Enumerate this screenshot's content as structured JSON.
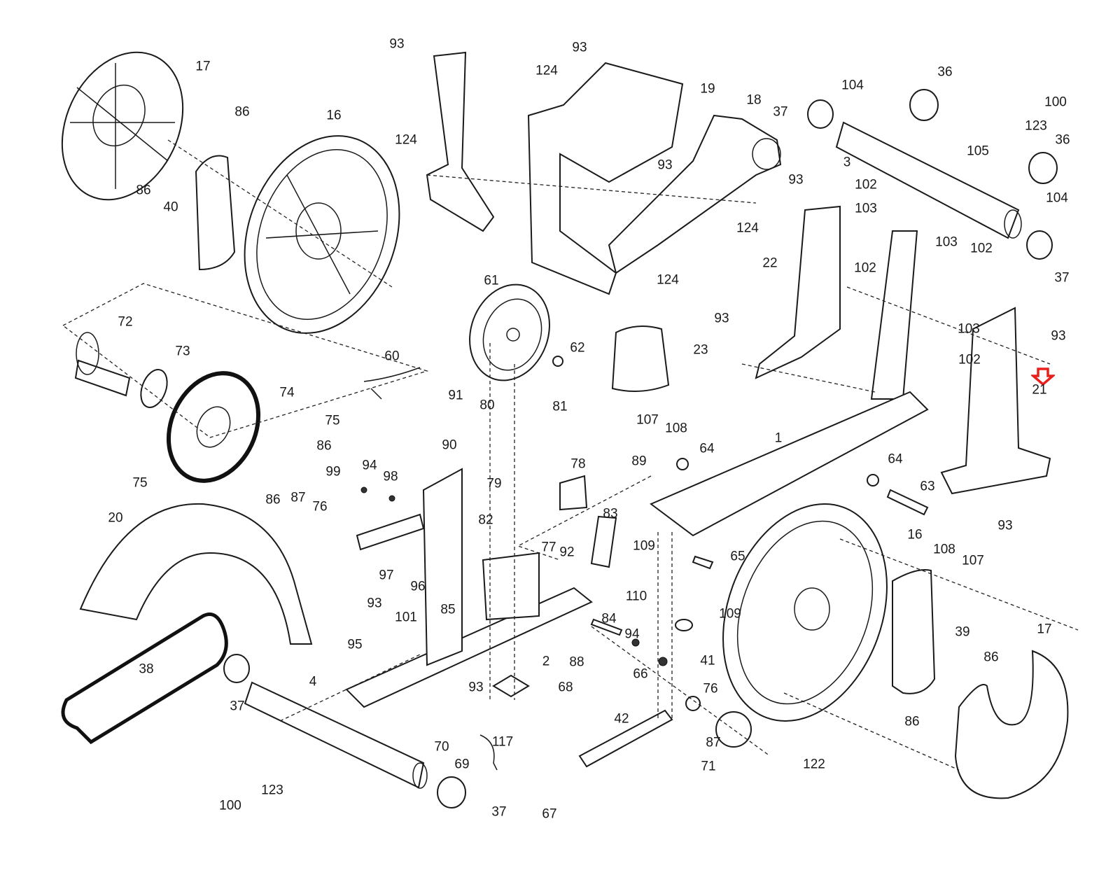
{
  "diagram": {
    "type": "exploded-parts-view",
    "subject": "Exercise bike frame and drive assembly",
    "highlight": {
      "part": "21",
      "marker": "red-down-arrow",
      "color": "#e8201c"
    },
    "line_color": "#1a1a1a",
    "callouts": [
      {
        "id": "c1",
        "label": "17"
      },
      {
        "id": "c2",
        "label": "86"
      },
      {
        "id": "c3",
        "label": "86"
      },
      {
        "id": "c4",
        "label": "40"
      },
      {
        "id": "c5",
        "label": "16"
      },
      {
        "id": "c6",
        "label": "93"
      },
      {
        "id": "c7",
        "label": "124"
      },
      {
        "id": "c8",
        "label": "93"
      },
      {
        "id": "c9",
        "label": "124"
      },
      {
        "id": "c10",
        "label": "19"
      },
      {
        "id": "c11",
        "label": "93"
      },
      {
        "id": "c12",
        "label": "18"
      },
      {
        "id": "c13",
        "label": "124"
      },
      {
        "id": "c14",
        "label": "124"
      },
      {
        "id": "c15",
        "label": "37"
      },
      {
        "id": "c16",
        "label": "104"
      },
      {
        "id": "c17",
        "label": "36"
      },
      {
        "id": "c18",
        "label": "100"
      },
      {
        "id": "c19",
        "label": "123"
      },
      {
        "id": "c20",
        "label": "3"
      },
      {
        "id": "c21",
        "label": "105"
      },
      {
        "id": "c22",
        "label": "36"
      },
      {
        "id": "c23",
        "label": "104"
      },
      {
        "id": "c24",
        "label": "37"
      },
      {
        "id": "c25",
        "label": "93"
      },
      {
        "id": "c26",
        "label": "102"
      },
      {
        "id": "c27",
        "label": "103"
      },
      {
        "id": "c28",
        "label": "102"
      },
      {
        "id": "c29",
        "label": "103"
      },
      {
        "id": "c30",
        "label": "102"
      },
      {
        "id": "c31",
        "label": "22"
      },
      {
        "id": "c32",
        "label": "93"
      },
      {
        "id": "c33",
        "label": "103"
      },
      {
        "id": "c34",
        "label": "102"
      },
      {
        "id": "c35",
        "label": "93"
      },
      {
        "id": "c36",
        "label": "21"
      },
      {
        "id": "c37",
        "label": "72"
      },
      {
        "id": "c38",
        "label": "73"
      },
      {
        "id": "c39",
        "label": "74"
      },
      {
        "id": "c40",
        "label": "75"
      },
      {
        "id": "c41",
        "label": "86"
      },
      {
        "id": "c42",
        "label": "75"
      },
      {
        "id": "c43",
        "label": "86"
      },
      {
        "id": "c44",
        "label": "87"
      },
      {
        "id": "c45",
        "label": "76"
      },
      {
        "id": "c46",
        "label": "99"
      },
      {
        "id": "c47",
        "label": "94"
      },
      {
        "id": "c48",
        "label": "98"
      },
      {
        "id": "c49",
        "label": "60"
      },
      {
        "id": "c50",
        "label": "61"
      },
      {
        "id": "c51",
        "label": "62"
      },
      {
        "id": "c52",
        "label": "23"
      },
      {
        "id": "c53",
        "label": "91"
      },
      {
        "id": "c54",
        "label": "80"
      },
      {
        "id": "c55",
        "label": "81"
      },
      {
        "id": "c56",
        "label": "90"
      },
      {
        "id": "c57",
        "label": "79"
      },
      {
        "id": "c58",
        "label": "78"
      },
      {
        "id": "c59",
        "label": "89"
      },
      {
        "id": "c60",
        "label": "107"
      },
      {
        "id": "c61",
        "label": "108"
      },
      {
        "id": "c62",
        "label": "64"
      },
      {
        "id": "c63",
        "label": "1"
      },
      {
        "id": "c64",
        "label": "64"
      },
      {
        "id": "c65",
        "label": "63"
      },
      {
        "id": "c66",
        "label": "93"
      },
      {
        "id": "c67",
        "label": "20"
      },
      {
        "id": "c68",
        "label": "82"
      },
      {
        "id": "c69",
        "label": "83"
      },
      {
        "id": "c70",
        "label": "77"
      },
      {
        "id": "c71",
        "label": "92"
      },
      {
        "id": "c72",
        "label": "109"
      },
      {
        "id": "c73",
        "label": "97"
      },
      {
        "id": "c74",
        "label": "96"
      },
      {
        "id": "c75",
        "label": "65"
      },
      {
        "id": "c76",
        "label": "16"
      },
      {
        "id": "c77",
        "label": "108"
      },
      {
        "id": "c78",
        "label": "107"
      },
      {
        "id": "c79",
        "label": "110"
      },
      {
        "id": "c80",
        "label": "109"
      },
      {
        "id": "c81",
        "label": "85"
      },
      {
        "id": "c82",
        "label": "84"
      },
      {
        "id": "c83",
        "label": "94"
      },
      {
        "id": "c84",
        "label": "93"
      },
      {
        "id": "c85",
        "label": "101"
      },
      {
        "id": "c86",
        "label": "95"
      },
      {
        "id": "c87",
        "label": "2"
      },
      {
        "id": "c88",
        "label": "88"
      },
      {
        "id": "c89",
        "label": "66"
      },
      {
        "id": "c90",
        "label": "41"
      },
      {
        "id": "c91",
        "label": "39"
      },
      {
        "id": "c92",
        "label": "86"
      },
      {
        "id": "c93",
        "label": "17"
      },
      {
        "id": "c94",
        "label": "86"
      },
      {
        "id": "c95",
        "label": "38"
      },
      {
        "id": "c96",
        "label": "37"
      },
      {
        "id": "c97",
        "label": "4"
      },
      {
        "id": "c98",
        "label": "68"
      },
      {
        "id": "c99",
        "label": "93"
      },
      {
        "id": "c100",
        "label": "117"
      },
      {
        "id": "c101",
        "label": "76"
      },
      {
        "id": "c102",
        "label": "42"
      },
      {
        "id": "c103",
        "label": "87"
      },
      {
        "id": "c104",
        "label": "70"
      },
      {
        "id": "c105",
        "label": "69"
      },
      {
        "id": "c106",
        "label": "122"
      },
      {
        "id": "c107",
        "label": "71"
      },
      {
        "id": "c108",
        "label": "123"
      },
      {
        "id": "c109",
        "label": "100"
      },
      {
        "id": "c110",
        "label": "37"
      },
      {
        "id": "c111",
        "label": "67"
      }
    ]
  }
}
